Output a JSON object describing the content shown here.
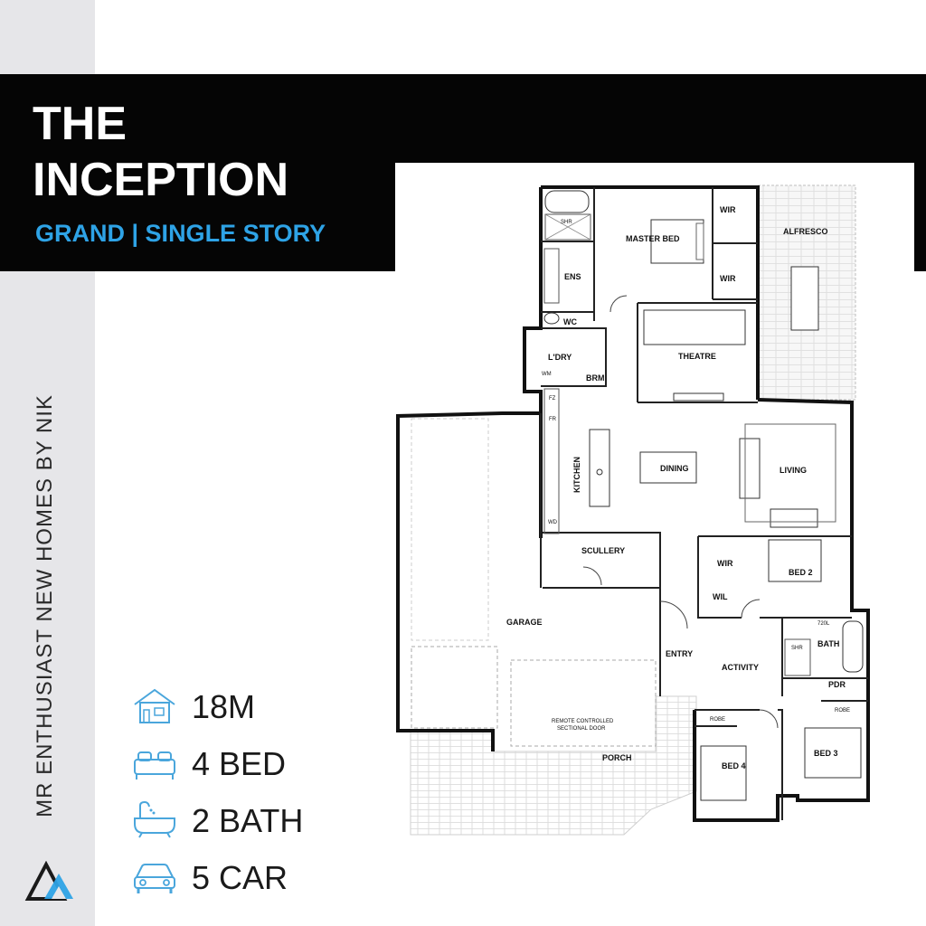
{
  "header": {
    "title_line1": "THE",
    "title_line2": "INCEPTION",
    "subtitle": "GRAND | SINGLE STORY"
  },
  "brand": {
    "name": "MR ENTHUSIAST NEW HOMES BY NIK",
    "logo_icon": "triangle-logo-icon"
  },
  "colors": {
    "accent": "#2ea3e6",
    "title_bar": "#050505",
    "sidebar": "#e6e6e9",
    "icon": "#4aa6dc"
  },
  "specs": [
    {
      "icon": "house-frontage-icon",
      "label": "18M"
    },
    {
      "icon": "bed-icon",
      "label": "4 BED"
    },
    {
      "icon": "bathtub-icon",
      "label": "2 BATH"
    },
    {
      "icon": "car-icon",
      "label": "5 CAR"
    }
  ],
  "floorplan": {
    "rooms": {
      "wir_master_top": "WIR",
      "master_bed": "MASTER BED",
      "wir_master_bottom": "WIR",
      "alfresco": "ALFRESCO",
      "shr_ensuite": "SHR",
      "ens": "ENS",
      "wc": "WC",
      "laundry": "L'DRY",
      "wm": "WM",
      "brm": "BRM",
      "theatre": "THEATRE",
      "fz": "FZ",
      "fr": "FR",
      "kitchen": "KITCHEN",
      "dining": "DINING",
      "living": "LIVING",
      "wd": "WD",
      "scullery": "SCULLERY",
      "wir_bed2": "WIR",
      "bed2": "BED 2",
      "wil": "WIL",
      "garage": "GARAGE",
      "entry": "ENTRY",
      "activity": "ACTIVITY",
      "tank": "720L",
      "shr_bath": "SHR",
      "bath": "BATH",
      "pdr": "PDR",
      "robe_bed4": "ROBE",
      "robe_bed3": "ROBE",
      "bed3": "BED 3",
      "bed4": "BED 4",
      "porch": "PORCH",
      "door_line1": "REMOTE CONTROLLED",
      "door_line2": "SECTIONAL DOOR"
    }
  }
}
